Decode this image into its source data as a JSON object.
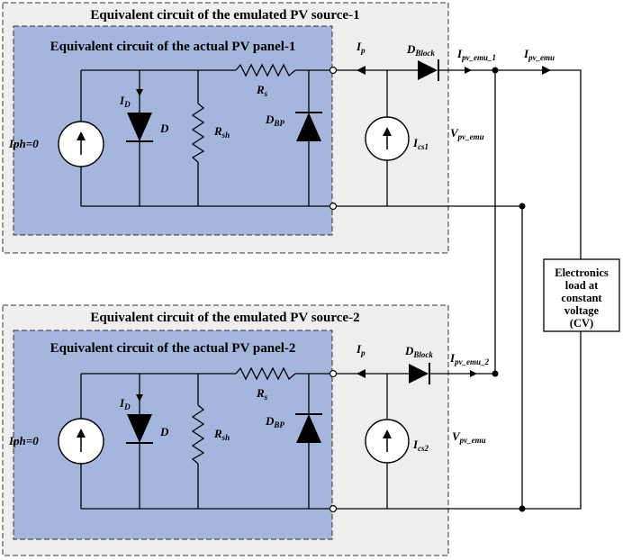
{
  "source1": {
    "outer_title": "Equivalent circuit of the emulated PV source-1",
    "inner_title": "Equivalent circuit of the actual PV panel-1",
    "iph_main": "Iph=0",
    "id_main": "I",
    "id_sub": "D",
    "diode_label": "D",
    "rsh_main": "R",
    "rsh_sub": "sh",
    "rs_main": "R",
    "rs_sub": "s",
    "dbp_main": "D",
    "dbp_sub": "BP",
    "ip_main": "I",
    "ip_sub": "p",
    "dblock_main": "D",
    "dblock_sub": "Block",
    "ipvemu_n_main": "I",
    "ipvemu_n_sub": "pv_emu_1",
    "ics_main": "I",
    "ics_sub": "cs1",
    "vpv_main": "V",
    "vpv_sub": "pv_emu"
  },
  "source2": {
    "outer_title": "Equivalent circuit of the emulated PV source-2",
    "inner_title": "Equivalent circuit of the actual PV panel-2",
    "iph_main": "Iph=0",
    "id_main": "I",
    "id_sub": "D",
    "diode_label": "D",
    "rsh_main": "R",
    "rsh_sub": "sh",
    "rs_main": "R",
    "rs_sub": "s",
    "dbp_main": "D",
    "dbp_sub": "BP",
    "ip_main": "I",
    "ip_sub": "p",
    "dblock_main": "D",
    "dblock_sub": "Block",
    "ipvemu_n_main": "I",
    "ipvemu_n_sub": "pv_emu_2",
    "ics_main": "I",
    "ics_sub": "cs2",
    "vpv_main": "V",
    "vpv_sub": "pv_emu"
  },
  "output": {
    "ipvemu_main": "I",
    "ipvemu_sub": "pv_emu"
  },
  "load": {
    "line1": "Electronics",
    "line2": "load at",
    "line3": "constant",
    "line4": "voltage",
    "line5": "(CV)"
  }
}
